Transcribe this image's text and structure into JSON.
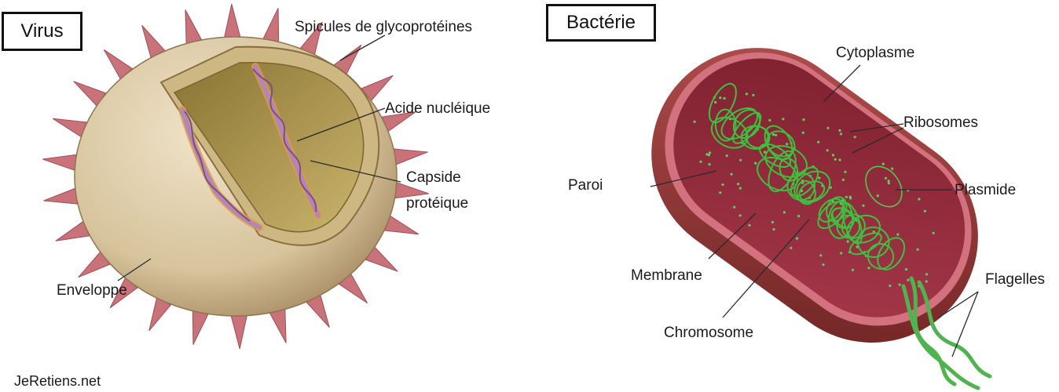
{
  "virus": {
    "title": "Virus",
    "labels": {
      "spicules": "Spicules de glycoprotéines",
      "acide": "Acide nucléique",
      "capside_line1": "Capside",
      "capside_line2": "protéique",
      "enveloppe": "Enveloppe"
    },
    "colors": {
      "envelope": "#d9c7a5",
      "spike": "#c9727a",
      "capsid": "#b99d59",
      "interior": "#9a8a4a",
      "strand_purple": "#9a6fa3",
      "strand_orange": "#e59a3a"
    }
  },
  "bacterie": {
    "title": "Bactérie",
    "labels": {
      "cytoplasme": "Cytoplasme",
      "ribosomes": "Ribosomes",
      "plasmide": "Plasmide",
      "paroi": "Paroi",
      "membrane": "Membrane",
      "chromosome": "Chromosome",
      "flagelles": "Flagelles"
    },
    "colors": {
      "wall": "#9c3a3a",
      "membrane": "#d06a78",
      "cytoplasm": "#8f2a38",
      "dna": "#3fbf3f"
    }
  },
  "footer": "JeRetiens.net"
}
